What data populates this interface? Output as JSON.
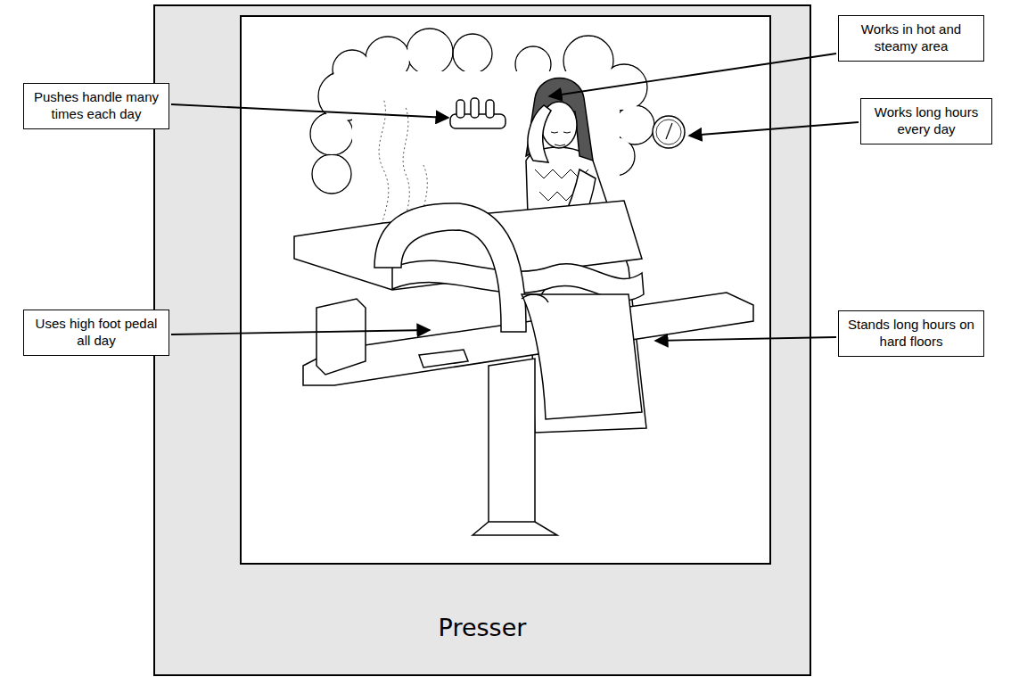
{
  "diagram": {
    "caption": "Presser",
    "nodes": [
      {
        "text": [
          "Works in hot and steamy area"
        ]
      },
      {
        "text": [
          "Pushes handle many times each day"
        ]
      },
      {
        "text": [
          "Works long hours every day"
        ]
      },
      {
        "text": [
          "Uses high foot pedal all day"
        ]
      },
      {
        "text": [
          "Stands long hours on hard floors"
        ]
      }
    ]
  }
}
